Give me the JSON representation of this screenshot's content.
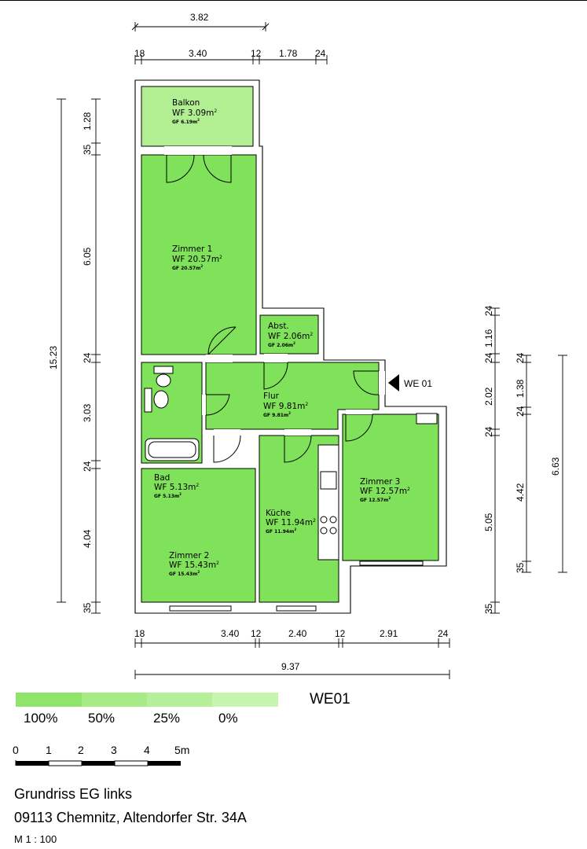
{
  "rooms": {
    "balkon": {
      "name": "Balkon",
      "wf": "WF 3.09m",
      "gf": "GF 6.19m"
    },
    "zimmer1": {
      "name": "Zimmer 1",
      "wf": "WF 20.57m",
      "gf": "GF 20.57m"
    },
    "abst": {
      "name": "Abst.",
      "wf": "WF 2.06m",
      "gf": "GF 2.06m"
    },
    "flur": {
      "name": "Flur",
      "wf": "WF 9.81m",
      "gf": "GF 9.81m"
    },
    "bad": {
      "name": "Bad",
      "wf": "WF 5.13m",
      "gf": "GF 5.13m"
    },
    "kueche": {
      "name": "Küche",
      "wf": "WF 11.94m",
      "gf": "GF 11.94m"
    },
    "zimmer3": {
      "name": "Zimmer 3",
      "wf": "WF 12.57m",
      "gf": "GF 12.57m"
    },
    "zimmer2": {
      "name": "Zimmer 2",
      "wf": "WF 15.43m",
      "gf": "GF 15.43m"
    }
  },
  "area_superscript": "2",
  "entrance_label": "WE 01",
  "dimensions": {
    "top_overall": "3.82",
    "top": [
      "18",
      "3.40",
      "12",
      "1.78",
      "24"
    ],
    "left_overall": "15.23",
    "left": [
      "1.28",
      "35",
      "6.05",
      "24",
      "3.03",
      "24",
      "4.04",
      "35"
    ],
    "right_a": [
      "24",
      "1.16",
      "24",
      "2.02",
      "24",
      "5.05",
      "35"
    ],
    "right_b": [
      "24",
      "1.38",
      "24",
      "4.42",
      "35"
    ],
    "right_overall": "6.63",
    "bottom": [
      "18",
      "3.40",
      "12",
      "2.40",
      "12",
      "2.91",
      "24"
    ],
    "bottom_overall": "9.37"
  },
  "legend": {
    "title": "WE01",
    "labels": [
      "100%",
      "50%",
      "25%",
      "0%"
    ],
    "colors": [
      "#8fe56a",
      "#a6eb85",
      "#b6ef99",
      "#c7f4ae"
    ]
  },
  "scale": {
    "labels": [
      "0",
      "1",
      "2",
      "3",
      "4",
      "5m"
    ]
  },
  "title": {
    "line1": "Grundriss EG links",
    "line2": "09113 Chemnitz, Altendorfer Str. 34A",
    "line3": "M 1 : 100"
  },
  "colors": {
    "room_fill": "#80e25a",
    "balcony_fill": "#b2ef92",
    "wall": "#000000"
  }
}
